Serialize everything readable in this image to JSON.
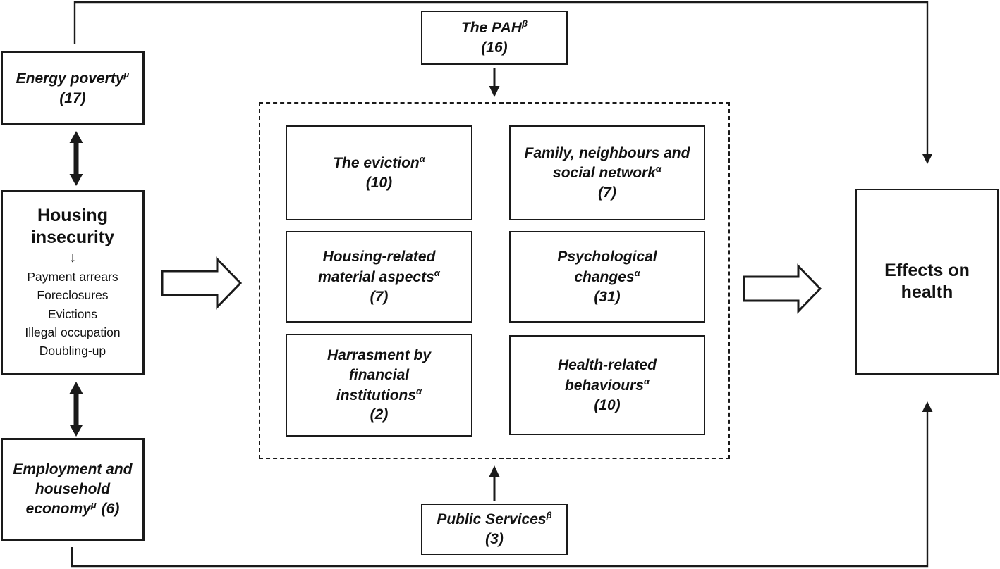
{
  "figure": {
    "type": "concept-flow-diagram",
    "background_color": "#ffffff",
    "line_color": "#1a1a1a"
  },
  "boxes": {
    "energy_poverty": {
      "title": "Energy poverty",
      "sup": "μ",
      "count": "(17)"
    },
    "housing_insecurity": {
      "title_line1": "Housing",
      "title_line2": "insecurity",
      "down_arrow": "↓",
      "items": [
        "Payment arrears",
        "Foreclosures",
        "Evictions",
        "Illegal occupation",
        "Doubling-up"
      ]
    },
    "employment": {
      "title": "Employment and household economy",
      "sup": "μ",
      "count": "(6)"
    },
    "pah": {
      "title": "The PAH",
      "sup": "β",
      "count": "(16)"
    },
    "public_services": {
      "title": "Public Services",
      "sup": "β",
      "count": "(3)"
    },
    "effects_on_health": {
      "title_line1": "Effects on",
      "title_line2": "health"
    }
  },
  "mediators": [
    {
      "title": "The eviction",
      "sup": "α",
      "count": "(10)"
    },
    {
      "title": "Family, neighbours and social network",
      "sup": "α",
      "count": "(7)"
    },
    {
      "title": "Housing-related material aspects",
      "sup": "α",
      "count": "(7)"
    },
    {
      "title": "Psychological changes",
      "sup": "α",
      "count": "(31)"
    },
    {
      "title": "Harrasment by financial institutions",
      "sup": "α",
      "count": "(2)"
    },
    {
      "title": "Health-related behaviours",
      "sup": "α",
      "count": "(10)"
    }
  ]
}
